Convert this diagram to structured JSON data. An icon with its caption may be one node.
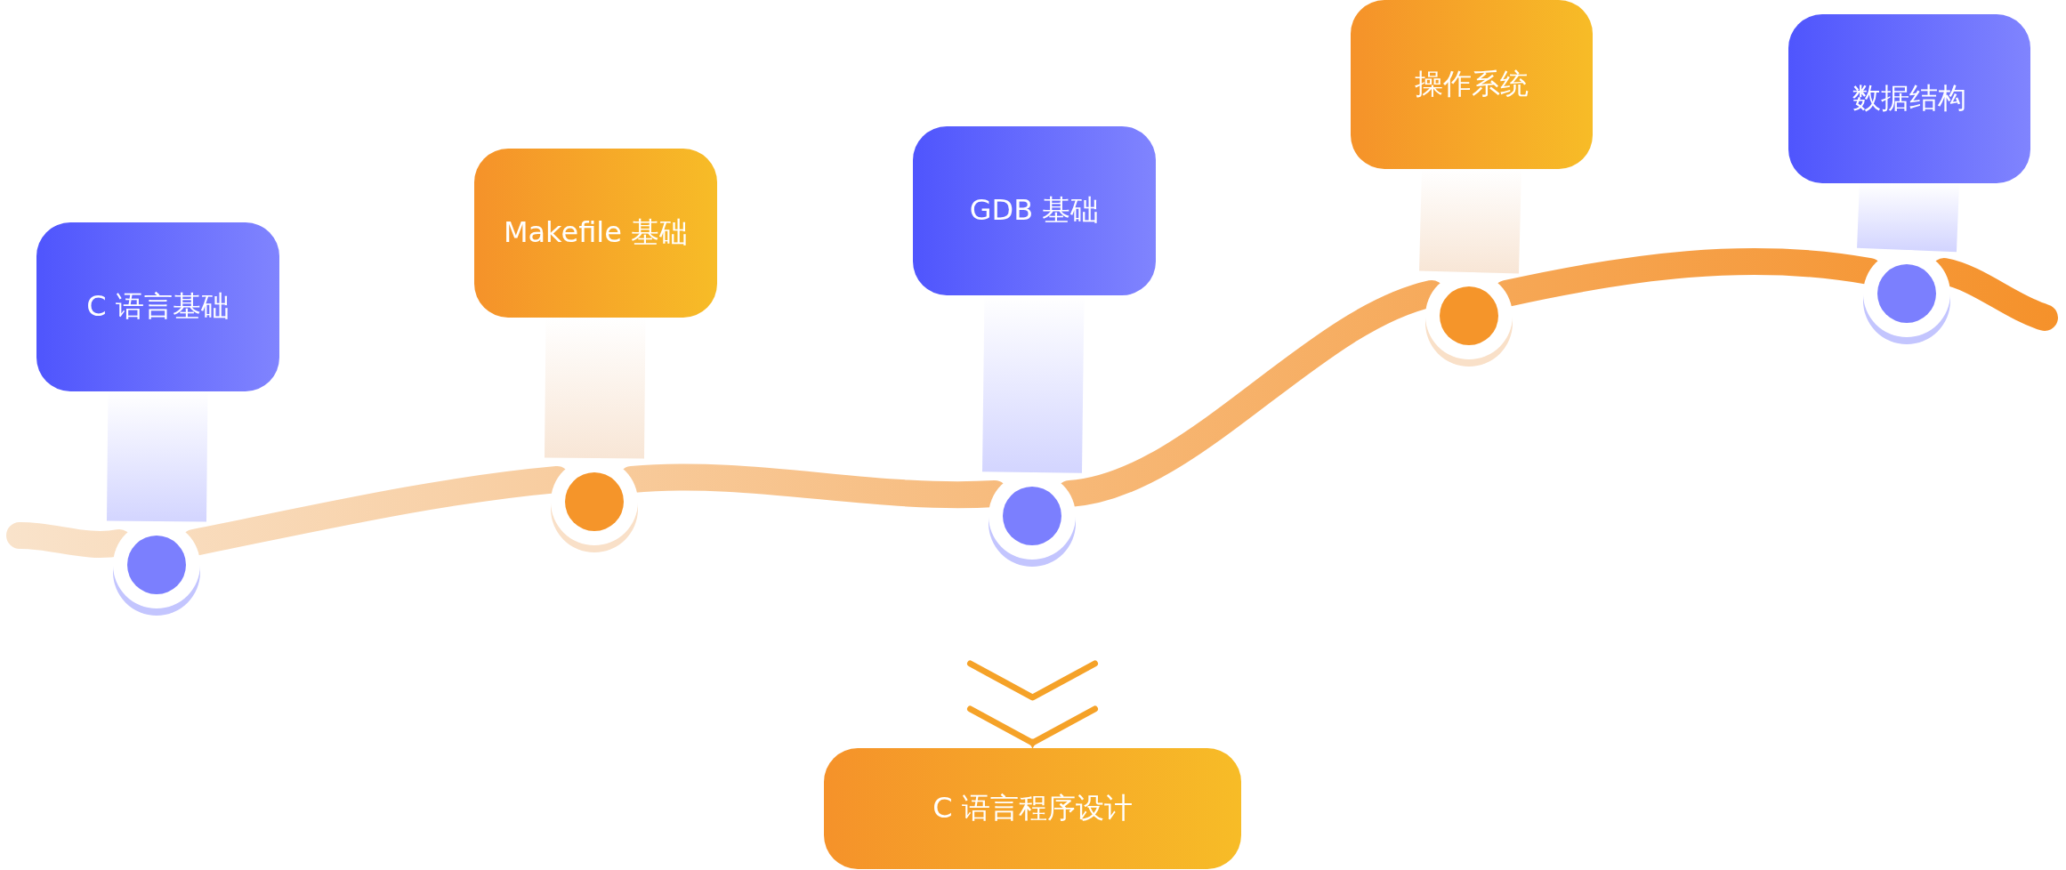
{
  "diagram": {
    "nodes": [
      {
        "text": [
          "C 语言基础"
        ]
      },
      {
        "text": [
          "Makefile 基础"
        ]
      },
      {
        "text": [
          "GDB 基础"
        ]
      },
      {
        "text": [
          "操作系统"
        ]
      },
      {
        "text": [
          "数据结构"
        ]
      },
      {
        "text": [],
        "shape": "circle"
      },
      {
        "text": [],
        "shape": "circle"
      },
      {
        "text": [],
        "shape": "circle"
      },
      {
        "text": [],
        "shape": "circle"
      },
      {
        "text": [],
        "shape": "circle"
      },
      {
        "text": [
          "C 语言程序设计"
        ]
      }
    ],
    "edges": [
      {
        "from": 0,
        "to": 5,
        "arrow": "none"
      },
      {
        "from": 1,
        "to": 6,
        "arrow": "none"
      },
      {
        "from": 2,
        "to": 7,
        "arrow": "none"
      },
      {
        "from": 3,
        "to": 8,
        "arrow": "none"
      },
      {
        "from": 4,
        "to": 9,
        "arrow": "none"
      },
      {
        "from": null,
        "to": 5,
        "arrow": "none"
      },
      {
        "from": 5,
        "to": 6,
        "arrow": "none"
      },
      {
        "from": 6,
        "to": 7,
        "arrow": "none"
      },
      {
        "from": 7,
        "to": 8,
        "arrow": "none"
      },
      {
        "from": 8,
        "to": 9,
        "arrow": "none"
      },
      {
        "from": 9,
        "to": null,
        "arrow": "none"
      },
      {
        "from": null,
        "to": 10,
        "arrow": "to"
      }
    ]
  }
}
